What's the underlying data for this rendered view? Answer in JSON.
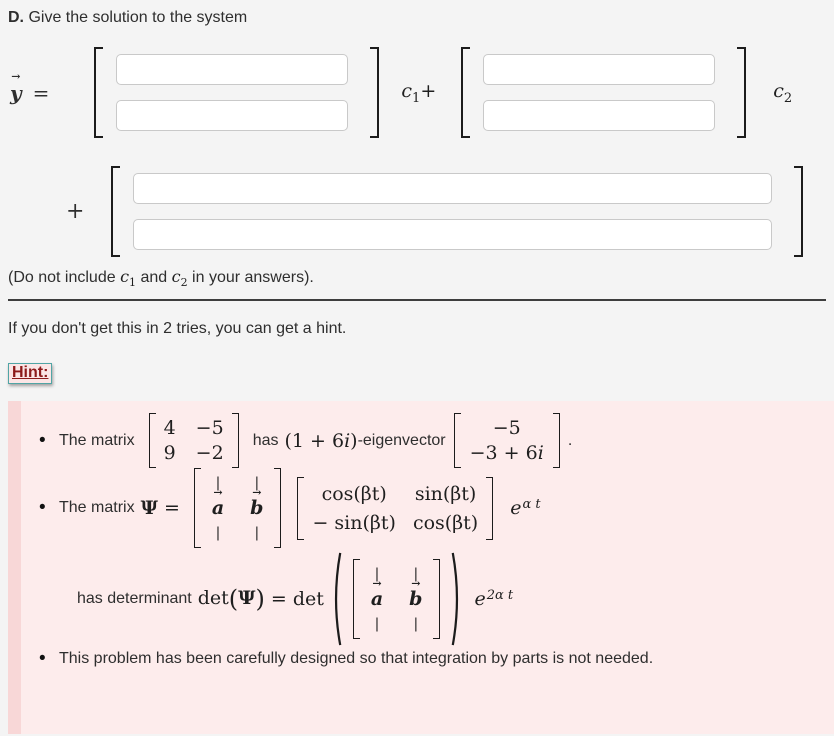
{
  "title": {
    "prefix": "D.",
    "text": "Give the solution to the system"
  },
  "math": {
    "y": "y",
    "equals": "=",
    "c": "c",
    "sub1": "1",
    "sub2": "2",
    "plus": "+"
  },
  "inputs": {
    "values": [
      "",
      "",
      "",
      "",
      "",
      ""
    ]
  },
  "note": {
    "pre": "(Do not include ",
    "mid": " and ",
    "post": " in your answers)."
  },
  "hint": {
    "intro": "If you don't get this in 2 tries, you can get a hint.",
    "link_label": "Hint:",
    "bullet_marker": "•",
    "b1": {
      "lead": "The matrix",
      "matrix": [
        [
          "4",
          "−5"
        ],
        [
          "9",
          "−2"
        ]
      ],
      "mid1": "has",
      "eig_pre": "(1 + 6",
      "i": "i",
      "eig_post": ")",
      "mid2": "-eigenvector",
      "vec_r1": "−5",
      "vec_r2pre": "−3 + 6",
      "period": "."
    },
    "b2": {
      "lead": "The matrix",
      "psi": "Ψ",
      "equals": "=",
      "bar": "|",
      "a": "a",
      "b": "b",
      "rot": [
        [
          "cos(βt)",
          "sin(βt)"
        ],
        [
          "− sin(βt)",
          "cos(βt)"
        ]
      ],
      "e": "e",
      "exp1": "α t",
      "line2_lead": "has determinant",
      "det": "det",
      "lparen": "(",
      "rparen": ")",
      "exp2": "2α t"
    },
    "b3": "This problem has been carefully designed so that integration by parts is not needed."
  },
  "colors": {
    "page_bg": "#f4f4f4",
    "hint_bg": "#fdecec",
    "hint_left_border": "#f8d7d7",
    "hint_link_text": "#8c1b1b",
    "hint_link_outline": "#50a5a5"
  }
}
